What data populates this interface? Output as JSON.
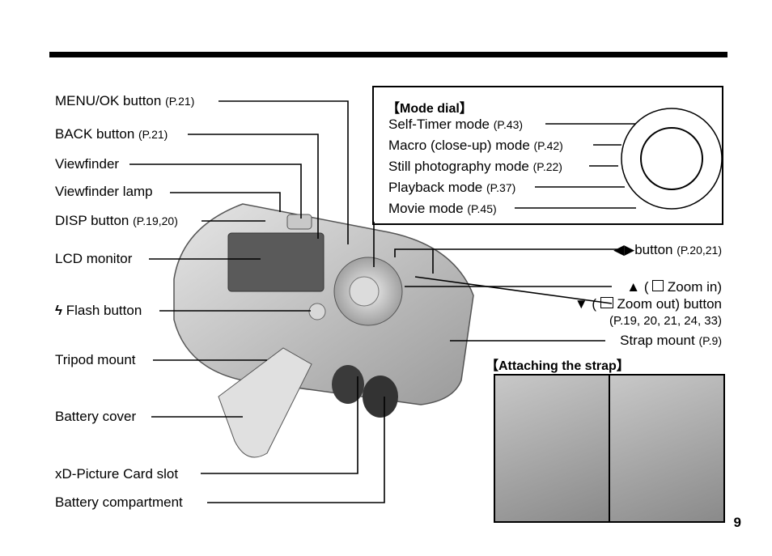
{
  "page_number": "9",
  "left_labels": [
    {
      "text": "MENU/OK button",
      "ref": "(P.21)"
    },
    {
      "text": "BACK button",
      "ref": "(P.21)"
    },
    {
      "text": "Viewfinder",
      "ref": ""
    },
    {
      "text": "Viewfinder lamp",
      "ref": ""
    },
    {
      "text": "DISP button",
      "ref": "(P.19,20)"
    },
    {
      "text": "LCD monitor",
      "ref": ""
    },
    {
      "text": "Flash button",
      "ref": "",
      "icon": "flash-icon",
      "glyph": "ϟ"
    },
    {
      "text": "Tripod mount",
      "ref": ""
    },
    {
      "text": "Battery cover",
      "ref": ""
    },
    {
      "text": "xD-Picture Card slot",
      "ref": ""
    },
    {
      "text": "Battery compartment",
      "ref": ""
    }
  ],
  "mode_dial": {
    "title": "【Mode dial】",
    "items": [
      {
        "text": "Self-Timer mode",
        "ref": "(P.43)",
        "icon": "self-timer-icon"
      },
      {
        "text": "Macro (close-up) mode",
        "ref": "(P.42)",
        "icon": "macro-icon"
      },
      {
        "text": "Still photography mode",
        "ref": "(P.22)",
        "icon": "camera-icon"
      },
      {
        "text": "Playback mode",
        "ref": "(P.37)",
        "icon": "playback-icon"
      },
      {
        "text": "Movie mode",
        "ref": "(P.45)",
        "icon": "movie-icon"
      }
    ]
  },
  "right_labels": {
    "lr_button": {
      "glyph": "◀▶",
      "text": "button",
      "ref": "(P.20,21)"
    },
    "zoom_in": {
      "glyph": "▲",
      "text": "( ",
      "icon": "tele-icon",
      "text2": " Zoom in)"
    },
    "zoom_out": {
      "glyph": "▼",
      "text": "( ",
      "icon": "wide-icon",
      "text2": " Zoom out) button"
    },
    "zoom_ref": "(P.19, 20, 21, 24, 33)",
    "strap_mount": {
      "text": "Strap mount",
      "ref": "(P.9)"
    }
  },
  "strap": {
    "title": "【Attaching the strap】"
  }
}
